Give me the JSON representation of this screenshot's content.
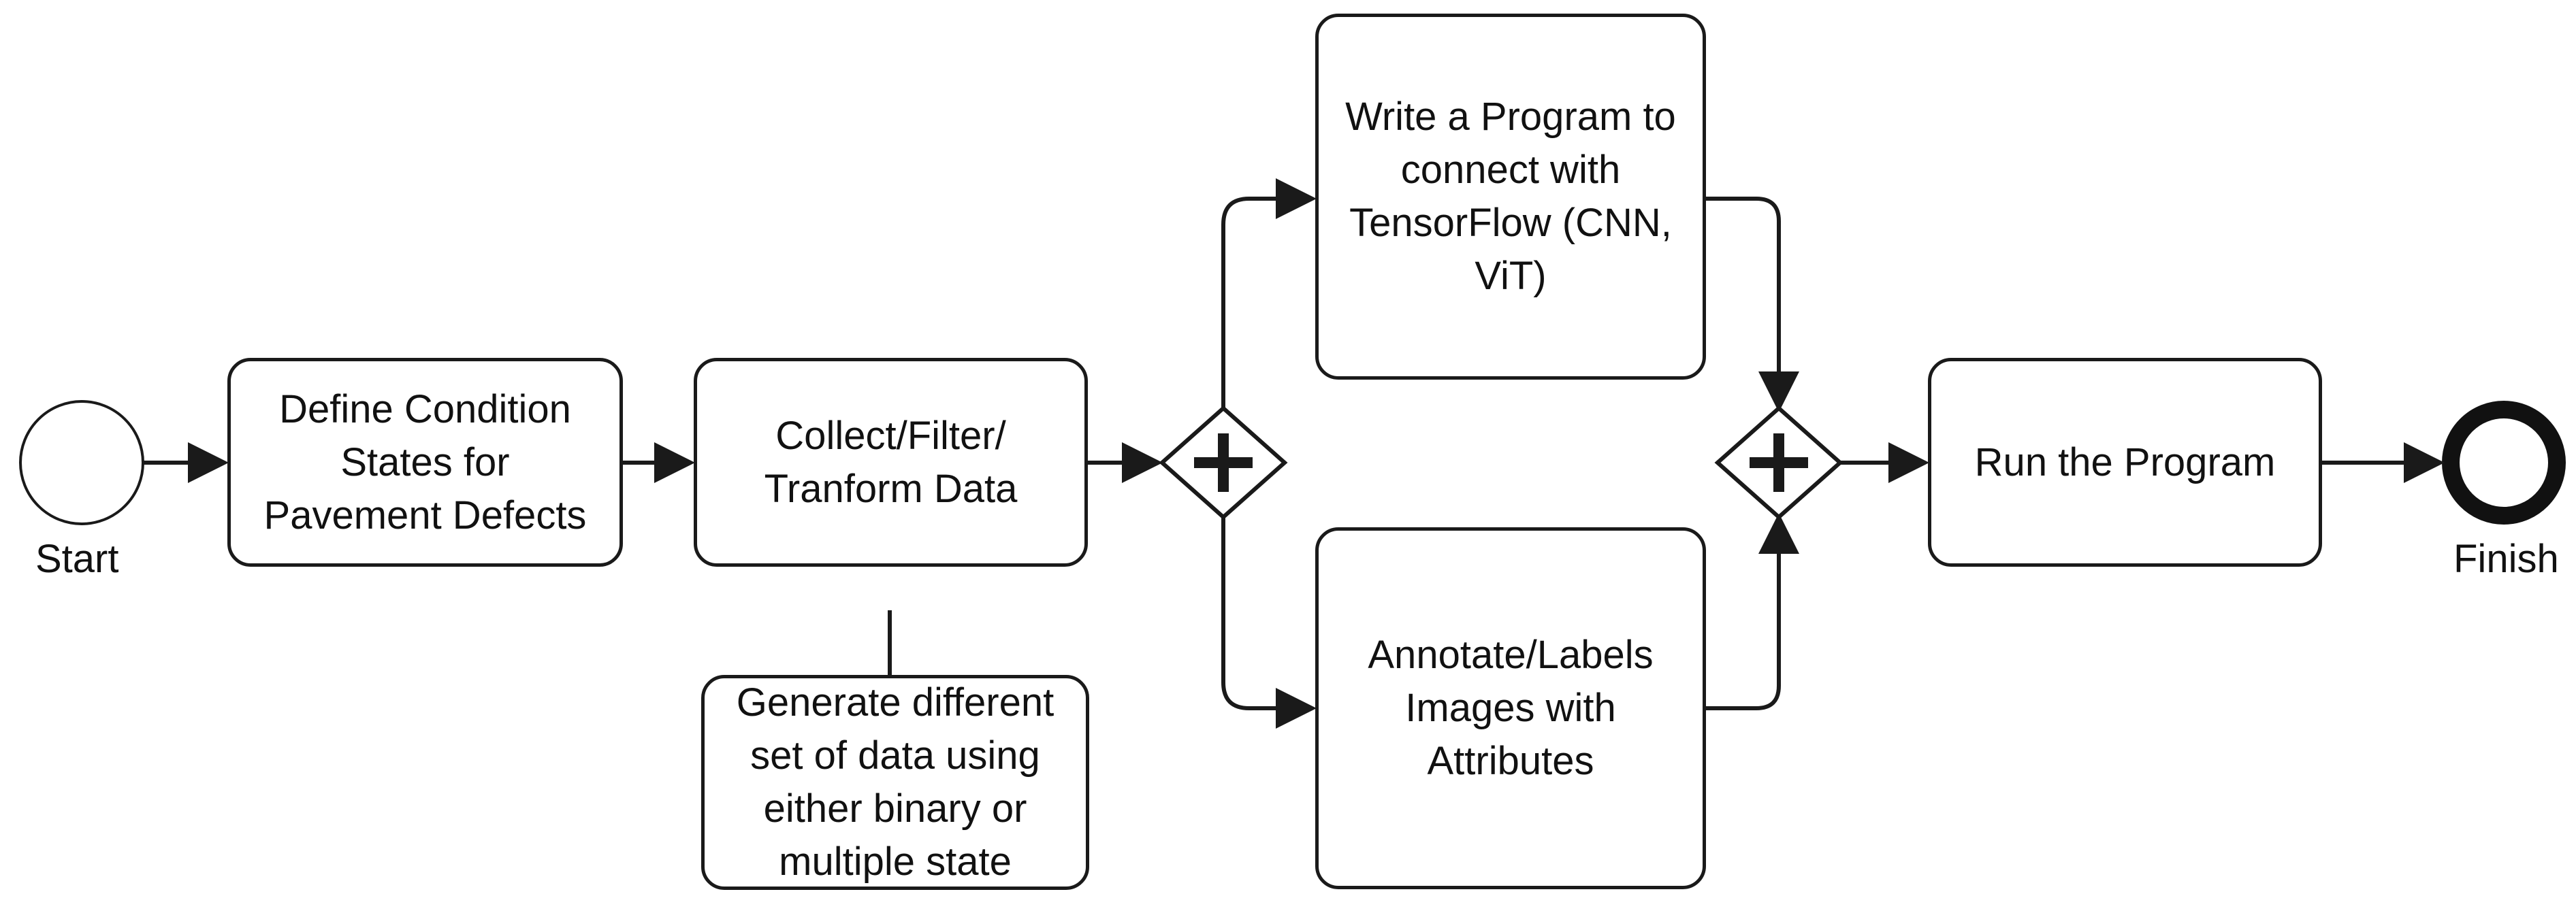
{
  "diagram": {
    "start_label": "Start",
    "finish_label": "Finish",
    "tasks": {
      "define": "Define Condition States for Pavement Defects",
      "collect": "Collect/Filter/ Tranform Data",
      "generate": "Generate different set of data using either binary or multiple state",
      "program": "Write a Program to connect with TensorFlow (CNN, ViT)",
      "annotate": "Annotate/Labels Images with Attributes",
      "run": "Run the Program"
    },
    "colors": {
      "stroke": "#1a1a1a",
      "fill": "#ffffff",
      "text": "#111111"
    }
  }
}
